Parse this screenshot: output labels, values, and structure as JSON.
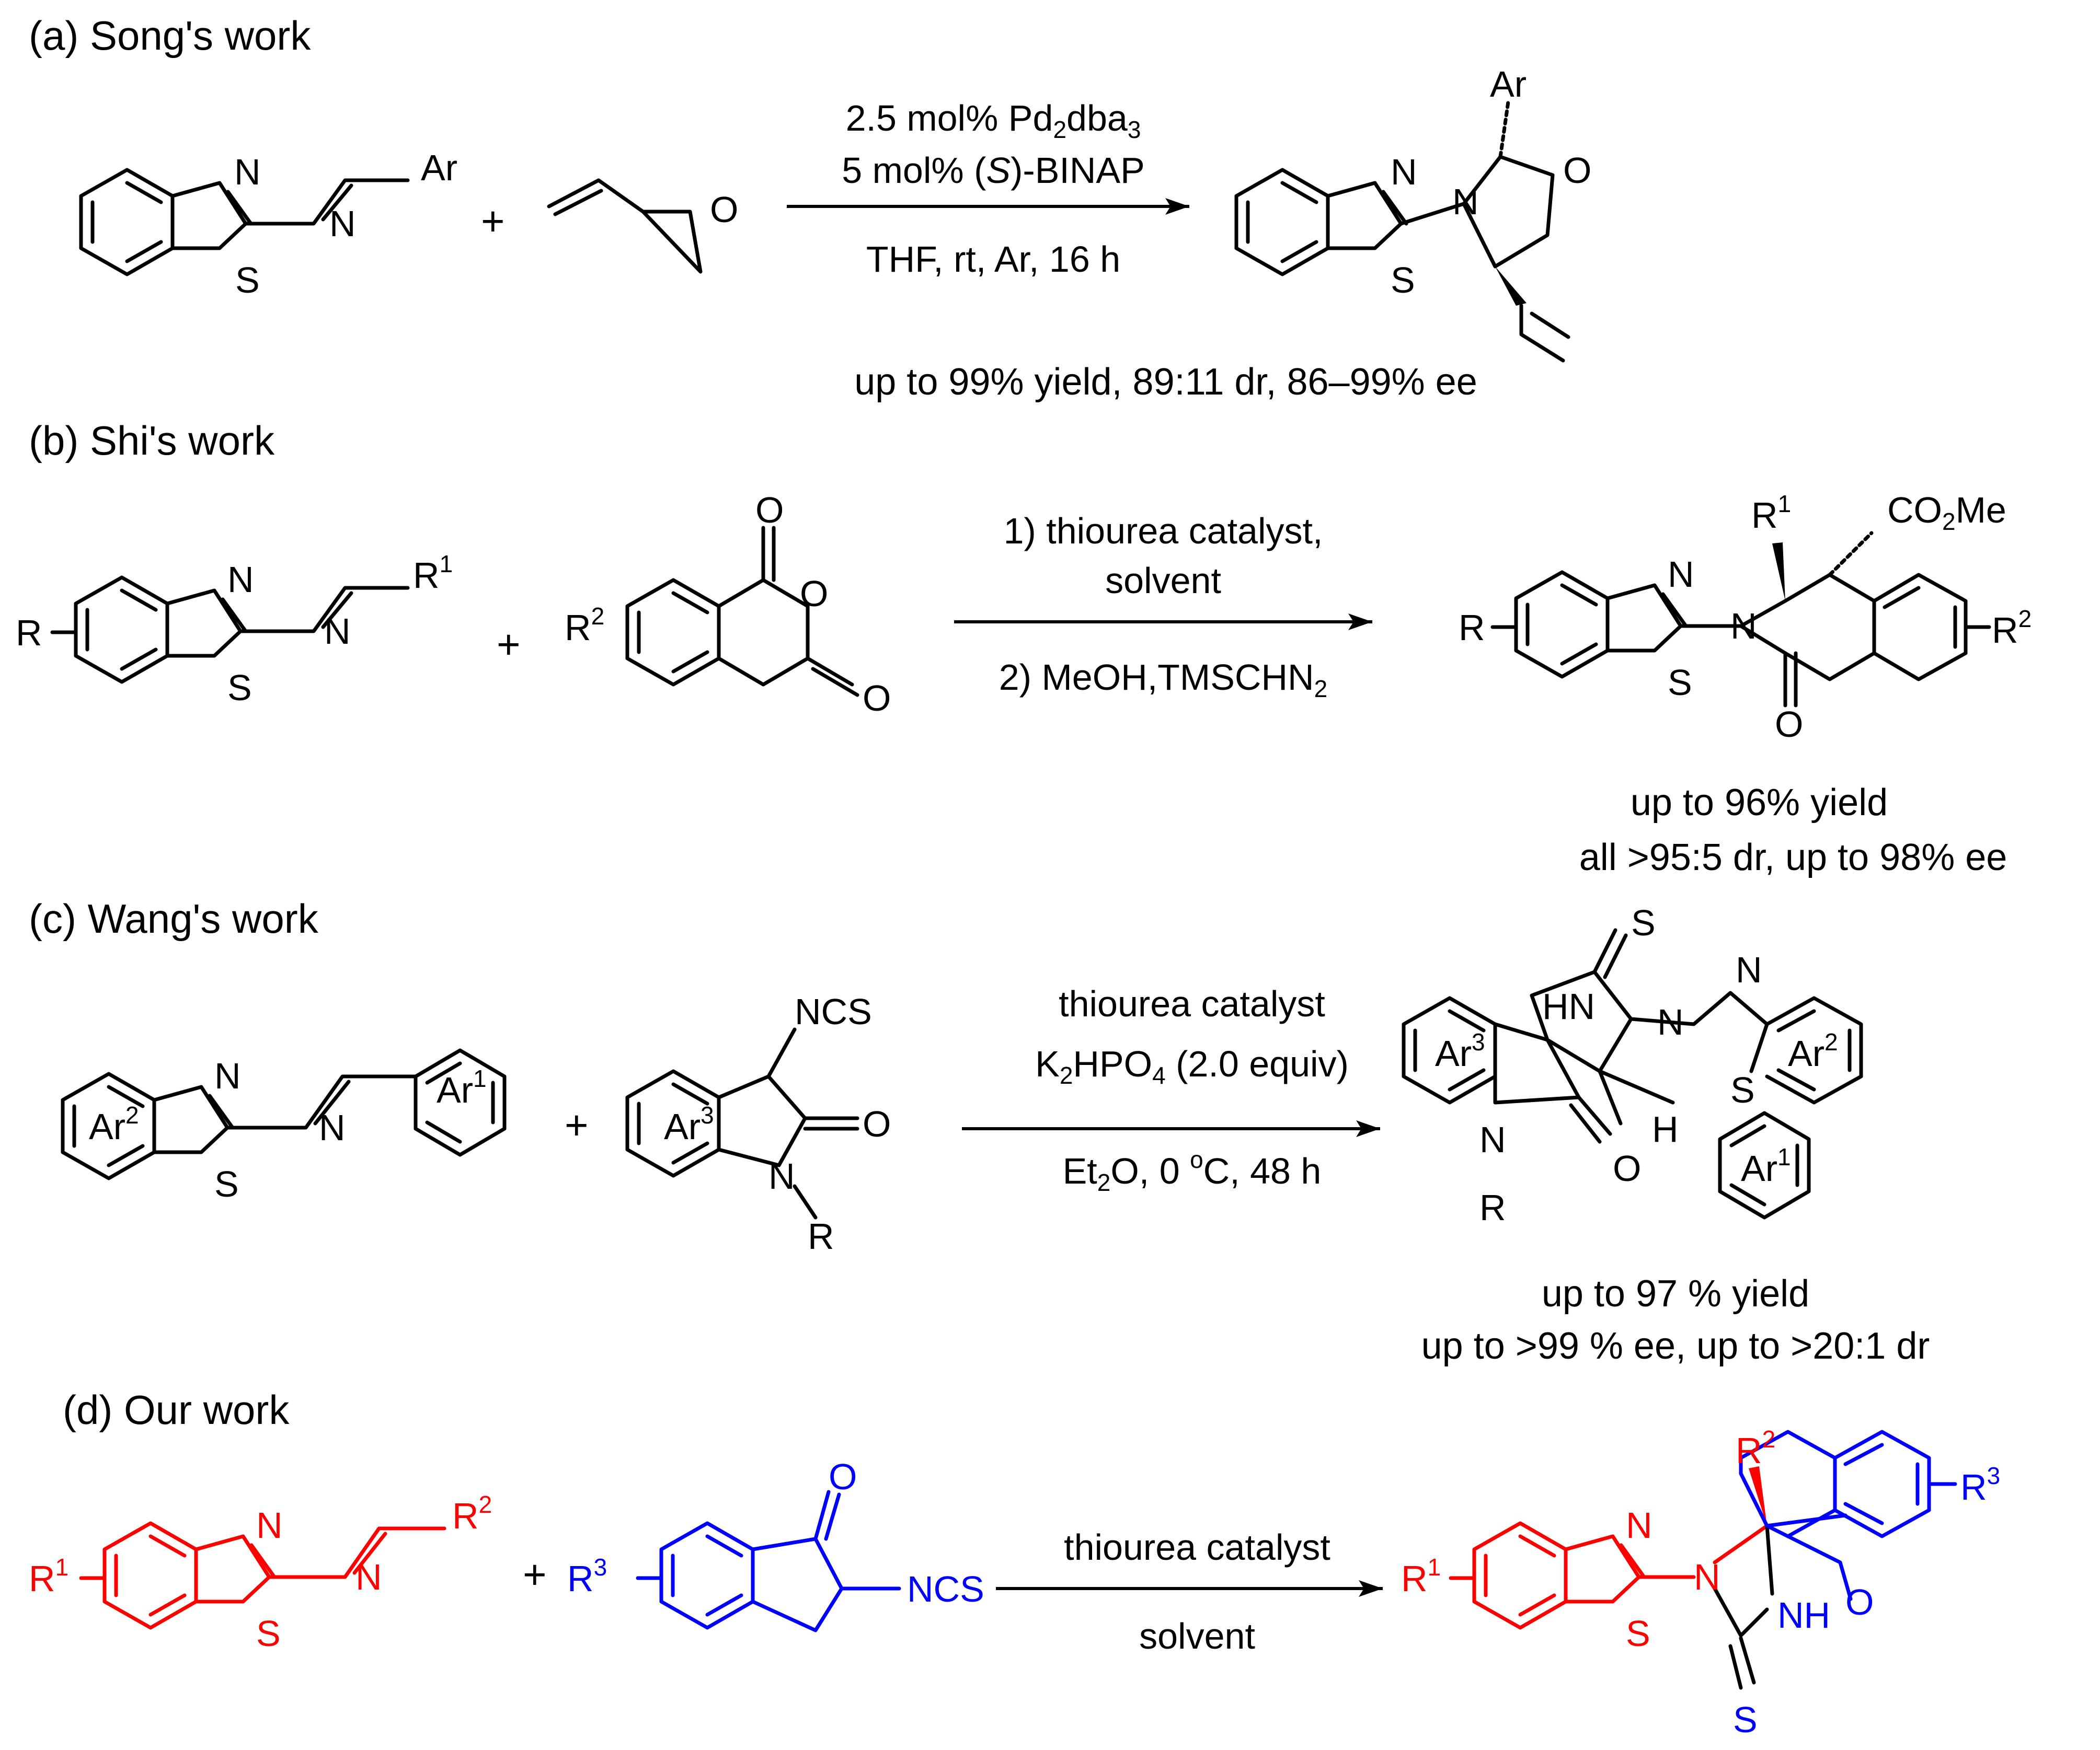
{
  "colors": {
    "substrate_red": "#ff0000",
    "substrate_blue": "#0000ff",
    "ink": "#000000"
  },
  "panel_a": {
    "label": "(a) Song's work",
    "conditions": [
      "2.5 mol% Pd2dba3",
      "5 mol% (S)-BINAP",
      "THF, rt, Ar, 16 h"
    ],
    "result": "up to 99% yield, 89:11 dr, 86–99% ee"
  },
  "panel_b": {
    "label": "(b) Shi's work",
    "conditions": [
      "1) thiourea catalyst,",
      "solvent",
      "2) MeOH,TMSCHN2"
    ],
    "result_line1": "up to 96% yield",
    "result_line2": "all >95:5 dr, up to 98% ee"
  },
  "panel_c": {
    "label": "(c) Wang's work",
    "conditions": [
      "thiourea catalyst",
      "K2HPO4 (2.0 equiv)",
      "Et2O, 0 oC, 48 h"
    ],
    "result_line1": "up to 97 % yield",
    "result_line2": "up to >99 % ee, up to >20:1 dr"
  },
  "panel_d": {
    "label": "(d) Our work",
    "conditions": [
      "thiourea catalyst",
      "solvent"
    ]
  },
  "atoms": {
    "N": "N",
    "S": "S",
    "O": "O",
    "Ar": "Ar",
    "R": "R",
    "plus": "+",
    "NCS": "NCS",
    "NH": "NH",
    "HN": "HN",
    "H": "H",
    "CO2Me": "CO2Me",
    "R1": "R1",
    "R2": "R2",
    "R3": "R3",
    "Ar1": "Ar1",
    "Ar2": "Ar2",
    "Ar3": "Ar3"
  }
}
